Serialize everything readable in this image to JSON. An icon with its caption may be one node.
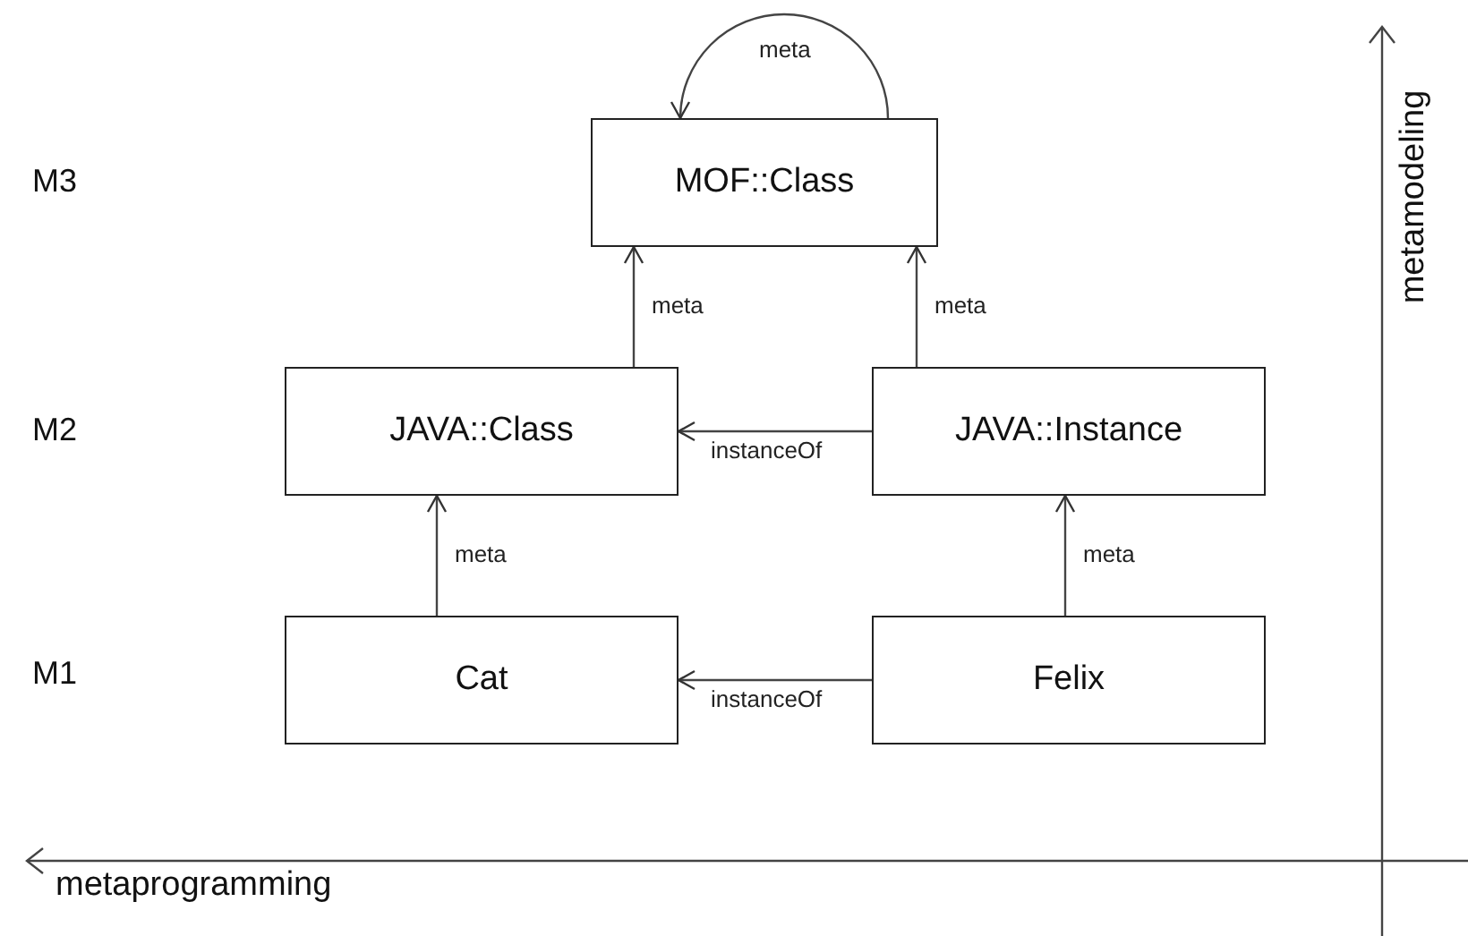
{
  "diagram": {
    "nodes": [
      {
        "text": [
          "MOF::Class"
        ]
      },
      {
        "text": [
          "JAVA::Class"
        ]
      },
      {
        "text": [
          "JAVA::Instance"
        ]
      },
      {
        "text": [
          "Cat"
        ]
      },
      {
        "text": [
          "Felix"
        ]
      }
    ],
    "edges": [
      {
        "from": 0,
        "to": 0,
        "arrow": "to",
        "label": "meta"
      },
      {
        "from": 1,
        "to": 0,
        "arrow": "to",
        "label": "meta"
      },
      {
        "from": 2,
        "to": 0,
        "arrow": "to",
        "label": "meta"
      },
      {
        "from": 2,
        "to": 1,
        "arrow": "to",
        "label": "instanceOf"
      },
      {
        "from": 3,
        "to": 1,
        "arrow": "to",
        "label": "meta"
      },
      {
        "from": 4,
        "to": 2,
        "arrow": "to",
        "label": "meta"
      },
      {
        "from": 4,
        "to": 3,
        "arrow": "to",
        "label": "instanceOf"
      }
    ],
    "labels": [
      "metamodeling",
      "M3",
      "M2",
      "M1",
      "metaprogramming"
    ]
  }
}
